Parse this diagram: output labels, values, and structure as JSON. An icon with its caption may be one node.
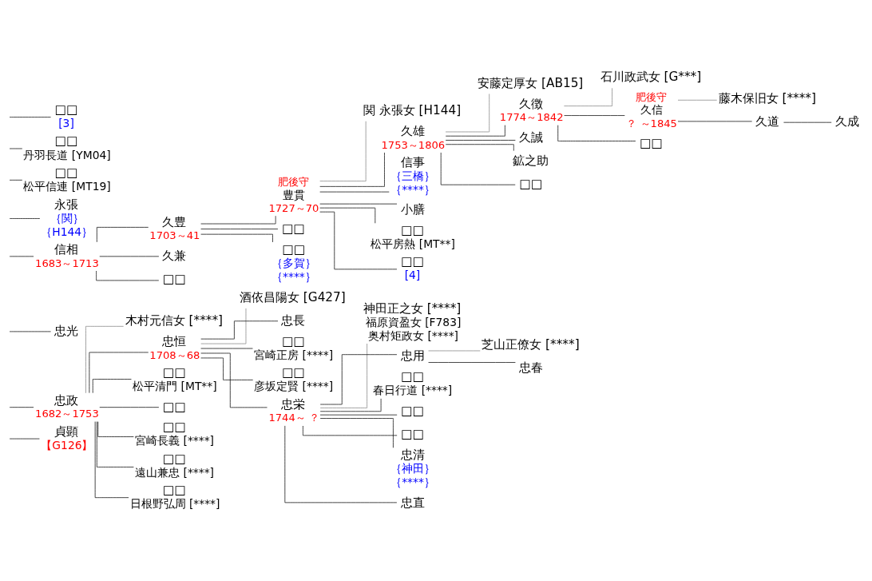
{
  "diagram": {
    "nodes": [
      {
        "text": [
          "貞顕"
        ],
        "beside": [
          "【G126】"
        ]
      },
      {
        "text": [
          "忠政",
          "1682～1753"
        ]
      },
      {
        "text": [
          "木村元信女 [****]"
        ]
      },
      {
        "text": [
          "忠光"
        ]
      },
      {
        "text": [
          "忠恒",
          "1708～68"
        ]
      },
      {
        "text": [
          "酒依昌陽女 [G427]"
        ]
      },
      {
        "text": [
          "□□",
          "松平清門 [MT**]"
        ]
      },
      {
        "text": [
          "□□"
        ]
      },
      {
        "text": [
          "□□",
          "宮崎長義 [****]"
        ]
      },
      {
        "text": [
          "□□",
          "遠山兼忠 [****]"
        ]
      },
      {
        "text": [
          "□□",
          "日根野弘周 [****]"
        ]
      },
      {
        "text": [
          "忠長"
        ]
      },
      {
        "text": [
          "□□",
          "宮崎正房 [****]"
        ]
      },
      {
        "text": [
          "□□",
          "彦坂定賢 [****]"
        ]
      },
      {
        "text": [
          "忠栄",
          "1744～ ？"
        ]
      },
      {
        "text": [
          "神田正之女 [****]",
          "福原資盈女 [F783]",
          "奥村矩政女 [****]"
        ]
      },
      {
        "text": [
          "忠用"
        ]
      },
      {
        "text": [
          "芝山正僚女 [****]"
        ]
      },
      {
        "text": [
          "忠春"
        ]
      },
      {
        "text": [
          "□□",
          "春日行道 [****]"
        ]
      },
      {
        "text": [
          "□□"
        ]
      },
      {
        "text": [
          "□□"
        ]
      },
      {
        "text": [
          "忠清"
        ],
        "beside": [
          "｛神田｝",
          "｛****｝"
        ]
      },
      {
        "text": [
          "忠直"
        ]
      },
      {
        "text": [
          "信相",
          "1683～1713"
        ]
      },
      {
        "text": [
          "永張"
        ],
        "beside": [
          "｛関｝",
          "｛H144｝"
        ]
      },
      {
        "text": [
          "□□",
          "松平信連 [MT19]"
        ]
      },
      {
        "text": [
          "□□",
          "丹羽長道 [YM04]"
        ]
      },
      {
        "text": [
          "□□"
        ],
        "beside": [
          "[3]"
        ]
      },
      {
        "text": [
          "久豊",
          "1703～41"
        ]
      },
      {
        "text": [
          "久兼"
        ]
      },
      {
        "text": [
          "□□"
        ]
      },
      {
        "text": [
          "肥後守",
          "豊貫",
          "1727～70"
        ]
      },
      {
        "text": [
          "関 永張女 [H144]"
        ]
      },
      {
        "text": [
          "□□"
        ]
      },
      {
        "text": [
          "□□"
        ],
        "beside": [
          "｛多賀｝",
          "｛****｝"
        ]
      },
      {
        "text": [
          "久雄",
          "1753～1806"
        ]
      },
      {
        "text": [
          "安藤定厚女 [AB15]"
        ]
      },
      {
        "text": [
          "信事"
        ],
        "beside": [
          "｛三橋｝",
          "｛****｝"
        ]
      },
      {
        "text": [
          "小膳"
        ]
      },
      {
        "text": [
          "□□",
          "松平房熱 [MT**]"
        ]
      },
      {
        "text": [
          "□□"
        ],
        "beside": [
          "[4]"
        ]
      },
      {
        "text": [
          "久徴",
          "1774～1842"
        ]
      },
      {
        "text": [
          "石川政武女 [G***]"
        ]
      },
      {
        "text": [
          "久誠"
        ]
      },
      {
        "text": [
          "鉱之助"
        ]
      },
      {
        "text": [
          "□□"
        ]
      },
      {
        "text": [
          "肥後守",
          "久信",
          "？ ～1845"
        ]
      },
      {
        "text": [
          "藤木保旧女 [****]"
        ]
      },
      {
        "text": [
          "□□"
        ]
      },
      {
        "text": [
          "久道"
        ]
      },
      {
        "text": [
          "久成"
        ]
      }
    ],
    "edges": [
      {
        "from": null,
        "to": 0,
        "arrow": "none"
      },
      {
        "from": null,
        "to": 1,
        "arrow": "none"
      },
      {
        "from": null,
        "to": 3,
        "arrow": "none"
      },
      {
        "from": 1,
        "to": 2,
        "arrow": "none",
        "color": "#808080"
      },
      {
        "from": 1,
        "to": 4,
        "arrow": "none"
      },
      {
        "from": 1,
        "to": 6,
        "arrow": "none"
      },
      {
        "from": 1,
        "to": 7,
        "arrow": "none"
      },
      {
        "from": 1,
        "to": 8,
        "arrow": "none"
      },
      {
        "from": 1,
        "to": 9,
        "arrow": "none"
      },
      {
        "from": 1,
        "to": 10,
        "arrow": "none"
      },
      {
        "from": 4,
        "to": 5,
        "arrow": "none",
        "color": "#808080"
      },
      {
        "from": 4,
        "to": 11,
        "arrow": "none"
      },
      {
        "from": 4,
        "to": 12,
        "arrow": "none"
      },
      {
        "from": 4,
        "to": 13,
        "arrow": "none"
      },
      {
        "from": 4,
        "to": 14,
        "arrow": "none"
      },
      {
        "from": 14,
        "to": 15,
        "arrow": "none",
        "color": "#808080"
      },
      {
        "from": 14,
        "to": 16,
        "arrow": "none"
      },
      {
        "from": 14,
        "to": 19,
        "arrow": "none"
      },
      {
        "from": 14,
        "to": 20,
        "arrow": "none"
      },
      {
        "from": 14,
        "to": 21,
        "arrow": "none"
      },
      {
        "from": 14,
        "to": 22,
        "arrow": "none"
      },
      {
        "from": 14,
        "to": 23,
        "arrow": "none"
      },
      {
        "from": 16,
        "to": 17,
        "arrow": "none",
        "color": "#808080"
      },
      {
        "from": 16,
        "to": 18,
        "arrow": "none"
      },
      {
        "from": null,
        "to": 24,
        "arrow": "none"
      },
      {
        "from": null,
        "to": 25,
        "arrow": "none"
      },
      {
        "from": null,
        "to": 26,
        "arrow": "none"
      },
      {
        "from": null,
        "to": 27,
        "arrow": "none"
      },
      {
        "from": null,
        "to": 28,
        "arrow": "none"
      },
      {
        "from": 24,
        "to": 29,
        "arrow": "none"
      },
      {
        "from": 24,
        "to": 30,
        "arrow": "none"
      },
      {
        "from": 24,
        "to": 31,
        "arrow": "none"
      },
      {
        "from": 29,
        "to": 32,
        "arrow": "none"
      },
      {
        "from": 29,
        "to": 34,
        "arrow": "none"
      },
      {
        "from": 29,
        "to": 35,
        "arrow": "none"
      },
      {
        "from": 32,
        "to": 33,
        "arrow": "none",
        "color": "#808080"
      },
      {
        "from": 32,
        "to": 36,
        "arrow": "none"
      },
      {
        "from": 32,
        "to": 38,
        "arrow": "none"
      },
      {
        "from": 32,
        "to": 39,
        "arrow": "none"
      },
      {
        "from": 32,
        "to": 40,
        "arrow": "none"
      },
      {
        "from": 32,
        "to": 41,
        "arrow": "none"
      },
      {
        "from": 36,
        "to": 37,
        "arrow": "none",
        "color": "#808080"
      },
      {
        "from": 36,
        "to": 42,
        "arrow": "none"
      },
      {
        "from": 36,
        "to": 44,
        "arrow": "none"
      },
      {
        "from": 36,
        "to": 45,
        "arrow": "none"
      },
      {
        "from": 36,
        "to": 46,
        "arrow": "none"
      },
      {
        "from": 42,
        "to": 43,
        "arrow": "none",
        "color": "#808080"
      },
      {
        "from": 42,
        "to": 47,
        "arrow": "none"
      },
      {
        "from": 42,
        "to": 49,
        "arrow": "none"
      },
      {
        "from": 47,
        "to": 48,
        "arrow": "none",
        "color": "#808080"
      },
      {
        "from": 47,
        "to": 50,
        "arrow": "none"
      },
      {
        "from": 50,
        "to": 51,
        "arrow": "none"
      }
    ]
  }
}
